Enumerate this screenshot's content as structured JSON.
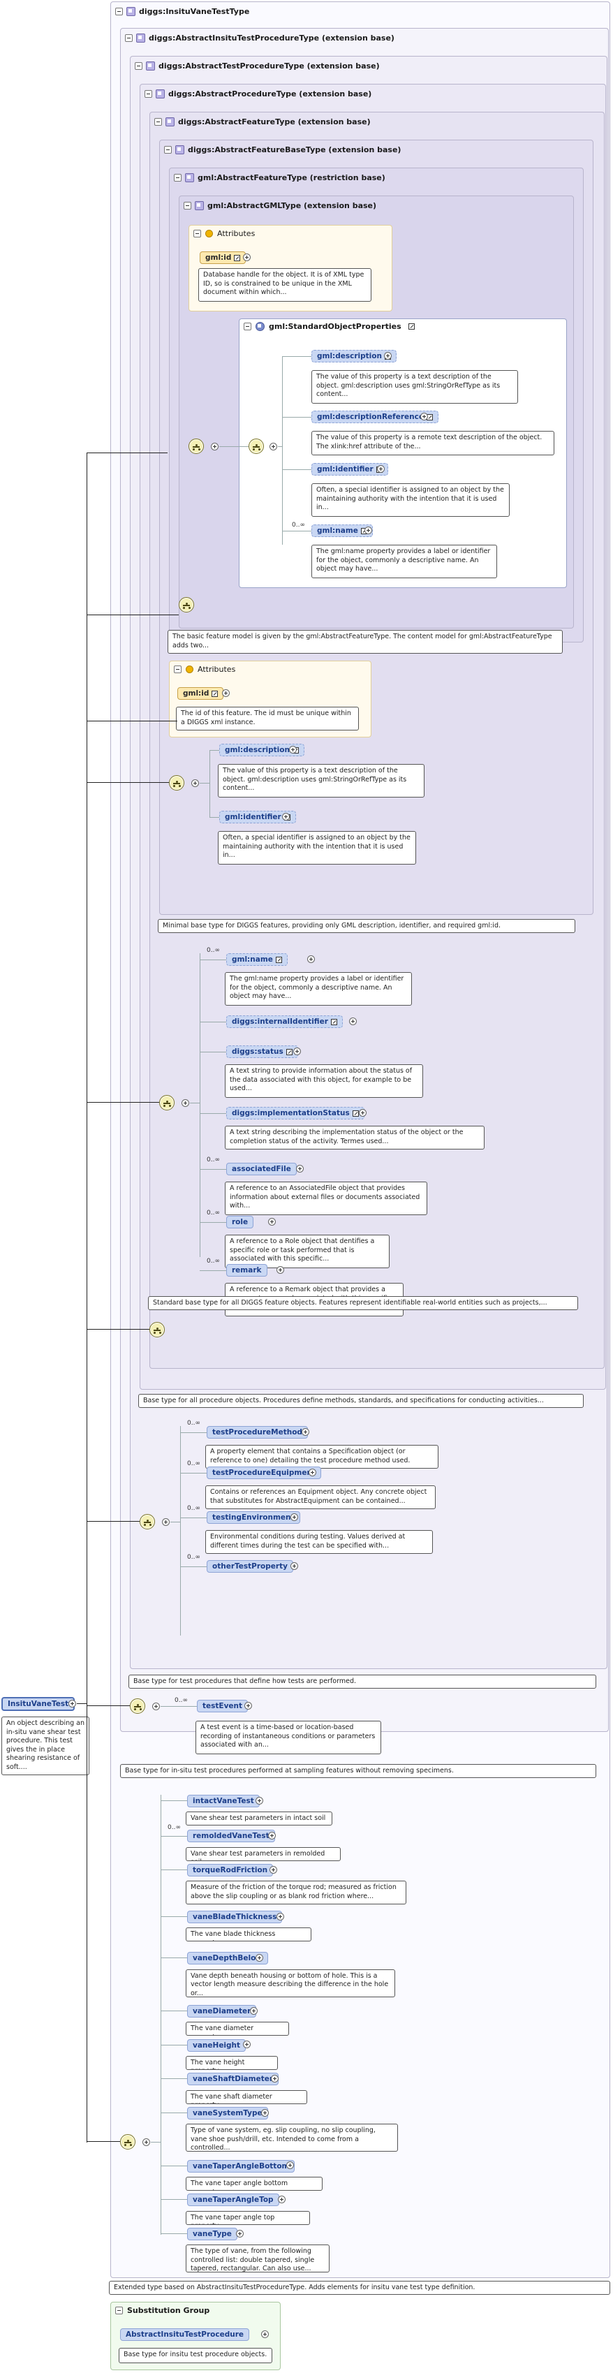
{
  "root": {
    "name": "InsituVaneTest",
    "doc": "An object describing an in-situ vane shear test procedure. This test gives the in place shearing resistance of soft...."
  },
  "types": {
    "t0": "diggs:InsituVaneTestType",
    "t1": "diggs:AbstractInsituTestProcedureType (extension base)",
    "t2": "diggs:AbstractTestProcedureType (extension base)",
    "t3": "diggs:AbstractProcedureType (extension base)",
    "t4": "diggs:AbstractFeatureType (extension base)",
    "t5": "diggs:AbstractFeatureBaseType (extension base)",
    "t6": "gml:AbstractFeatureType (restriction base)",
    "t7": "gml:AbstractGMLType (extension base)"
  },
  "attributes_label": "Attributes",
  "gml_attr": {
    "name": "gml:id",
    "doc": "Database handle for the object. It is of XML type ID, so is constrained to be unique in the XML document within which..."
  },
  "std_props": {
    "title": "gml:StandardObjectProperties",
    "items": [
      {
        "name": "gml:description",
        "occ": "",
        "doc": "The value of this property is a text description of the object. gml:description uses gml:StringOrRefType as its content..."
      },
      {
        "name": "gml:descriptionReference",
        "occ": "",
        "doc": "The value of this property is a remote text description of the object. The xlink:href attribute of the..."
      },
      {
        "name": "gml:identifier",
        "occ": "",
        "doc": "Often, a special identifier is assigned to an object by the maintaining authority with the intention that it is used in..."
      },
      {
        "name": "gml:name",
        "occ": "0..∞",
        "doc": "The gml:name property provides a label or identifier for the object, commonly a descriptive name. An object may have..."
      }
    ]
  },
  "gml_feature_doc": "The basic feature model is given by the gml:AbstractFeatureType. The content model for gml:AbstractFeatureType adds two...",
  "base_attr": {
    "name": "gml:id",
    "doc": "The id of this feature. The id must be unique within a DIGGS xml instance."
  },
  "base_elems": [
    {
      "name": "gml:description",
      "doc": "The value of this property is a text description of the object. gml:description uses gml:StringOrRefType as its content..."
    },
    {
      "name": "gml:identifier",
      "doc": "Often, a special identifier is assigned to an object by the maintaining authority with the intention that it is used in..."
    }
  ],
  "base_doc": "Minimal base type for DIGGS features, providing only GML description, identifier, and required gml:id.",
  "feature_elems": [
    {
      "name": "gml:name",
      "occ": "0..∞",
      "doc": "The gml:name property provides a label or identifier for the object, commonly a descriptive name. An object may have..."
    },
    {
      "name": "diggs:internalIdentifier",
      "occ": "",
      "doc": ""
    },
    {
      "name": "diggs:status",
      "occ": "",
      "doc": "A text string to provide information about the status of the data associated with this object, for example to be used..."
    },
    {
      "name": "diggs:implementationStatus",
      "occ": "",
      "doc": "A text string describing the implementation status of the object or the completion status of the activity. Termes used..."
    },
    {
      "name": "associatedFile",
      "occ": "0..∞",
      "doc": "A reference to an AssociatedFile object that provides information about external files or documents associated with..."
    },
    {
      "name": "role",
      "occ": "0..∞",
      "doc": "A reference to a Role object that dentifies a specific role or task performed that is associated with this specific..."
    },
    {
      "name": "remark",
      "occ": "0..∞",
      "doc": "A reference to a Remark object that provides a comment or remark associated with this specific feature."
    }
  ],
  "feature_doc": "Standard base type for all DIGGS feature objects. Features represent identifiable real-world entities such as projects,...",
  "procedure_doc": "Base type for all procedure objects. Procedures define methods, standards, and specifications for conducting activities...",
  "test_elems": [
    {
      "name": "testProcedureMethod",
      "occ": "0..∞",
      "doc": "A property element that contains a Specification object (or reference to one) detailing the test procedure method used."
    },
    {
      "name": "testProcedureEquipment",
      "occ": "0..∞",
      "doc": "Contains or references an Equipment object. Any concrete object that substitutes for AbstractEquipment can be contained..."
    },
    {
      "name": "testingEnvironment",
      "occ": "0..∞",
      "doc": "Environmental conditions during testing. Values derived at different times during the test can be specified with..."
    },
    {
      "name": "otherTestProperty",
      "occ": "0..∞",
      "doc": ""
    }
  ],
  "test_doc": "Base type for test procedures that define how tests are performed.",
  "insitu_elem": {
    "name": "testEvent",
    "occ": "0..∞",
    "doc": "A test event is a time-based or location-based recording of instantaneous conditions or parameters associated with an..."
  },
  "insitu_doc": "Base type for in-situ test procedures performed at sampling features without removing specimens.",
  "vane_elems": [
    {
      "name": "intactVaneTest",
      "occ": "",
      "doc": "Vane shear test parameters in intact soil"
    },
    {
      "name": "remoldedVaneTest",
      "occ": "0..∞",
      "doc": "Vane shear test parameters in remolded soil"
    },
    {
      "name": "torqueRodFriction",
      "occ": "",
      "doc": "Measure of the friction of the torque rod; measured as friction above the slip coupling or as blank rod friction where..."
    },
    {
      "name": "vaneBladeThickness",
      "occ": "",
      "doc": "The vane blade thickness property."
    },
    {
      "name": "vaneDepthBelow",
      "occ": "",
      "doc": "Vane depth beneath housing or bottom of hole. This is a vector length measure describing the difference in the hole or..."
    },
    {
      "name": "vaneDiameter",
      "occ": "",
      "doc": "The vane diameter property."
    },
    {
      "name": "vaneHeight",
      "occ": "",
      "doc": "The vane height property."
    },
    {
      "name": "vaneShaftDiameter",
      "occ": "",
      "doc": "The vane shaft diameter property."
    },
    {
      "name": "vaneSystemType",
      "occ": "",
      "doc": "Type of vane system, eg. slip coupling, no slip coupling, vane shoe push/drill, etc. Intended to come from a controlled..."
    },
    {
      "name": "vaneTaperAngleBottom",
      "occ": "",
      "doc": "The vane taper angle bottom property."
    },
    {
      "name": "vaneTaperAngleTop",
      "occ": "",
      "doc": "The vane taper angle top property."
    },
    {
      "name": "vaneType",
      "occ": "",
      "doc": "The type of vane, from the following controlled list: double tapered, single tapered, rectangular. Can also use..."
    }
  ],
  "vane_doc": "Extended type based on AbstractInsituTestProcedureType. Adds elements for insitu vane test type definition.",
  "substitution": {
    "title": "Substitution Group",
    "name": "AbstractInsituTestProcedure",
    "doc": "Base type for insitu test procedure objects."
  }
}
